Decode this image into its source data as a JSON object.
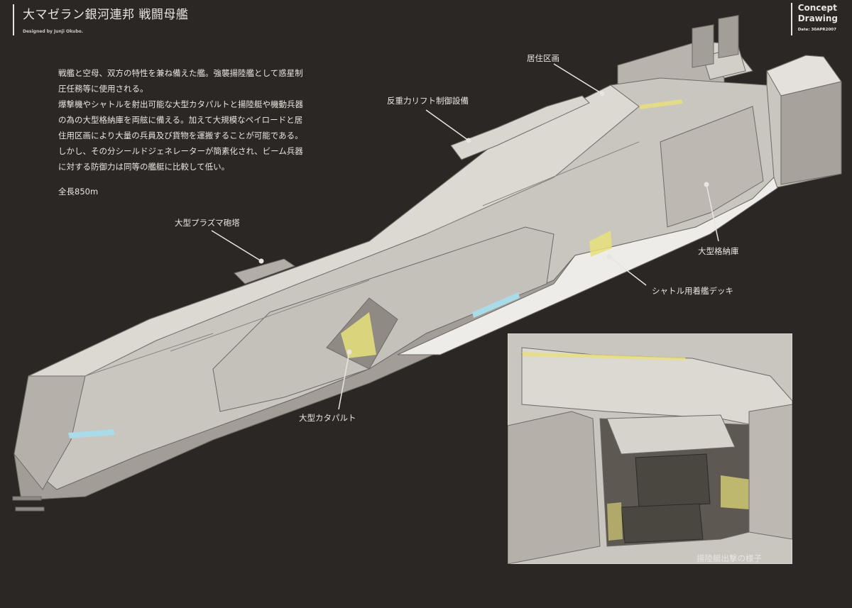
{
  "header": {
    "title": "大マゼラン銀河連邦 戦闘母艦",
    "designer": "Designed by Junji Okubo."
  },
  "stamp": {
    "line1": "Concept",
    "line2": "Drawing",
    "date": "Date: 30APR2007"
  },
  "description": {
    "lines": [
      "戦艦と空母、双方の特性を兼ね備えた艦。強襲揚陸艦として惑星制",
      "圧任務等に使用される。",
      "爆撃機やシャトルを射出可能な大型カタパルトと揚陸艇や機動兵器",
      "の為の大型格納庫を両舷に備える。加えて大規模なペイロードと居",
      "住用区画により大量の兵員及び貨物を運搬することが可能である。",
      "しかし、その分シールドジェネレーターが簡素化され、ビーム兵器",
      "に対する防御力は同等の艦艇に比較して低い。"
    ],
    "length": "全長850m"
  },
  "callouts": {
    "residential": "居住区画",
    "antigrav": "反重力リフト制御設備",
    "plasma": "大型プラズマ砲塔",
    "hangar": "大型格納庫",
    "shuttle_deck": "シャトル用着艦デッキ",
    "catapult": "大型カタパルト",
    "landing_craft": "揚陸艇出撃の様子"
  },
  "colors": {
    "background": "#2b2724",
    "text": "#e8e4df",
    "hull": "#c9c5bf",
    "hull_shadow": "#9d9892",
    "hull_light": "#e4e1dc",
    "glow_yellow": "#e8e07a",
    "glow_blue": "#a9dbe8"
  }
}
